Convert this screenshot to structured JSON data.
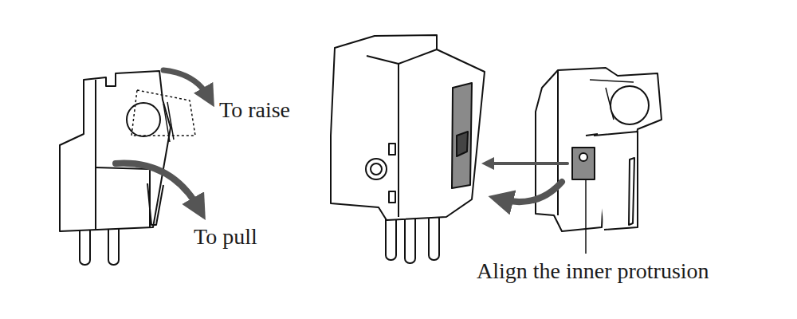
{
  "diagram": {
    "labels": [
      "To raise",
      "To pull",
      "Align the inner protrusion"
    ]
  }
}
